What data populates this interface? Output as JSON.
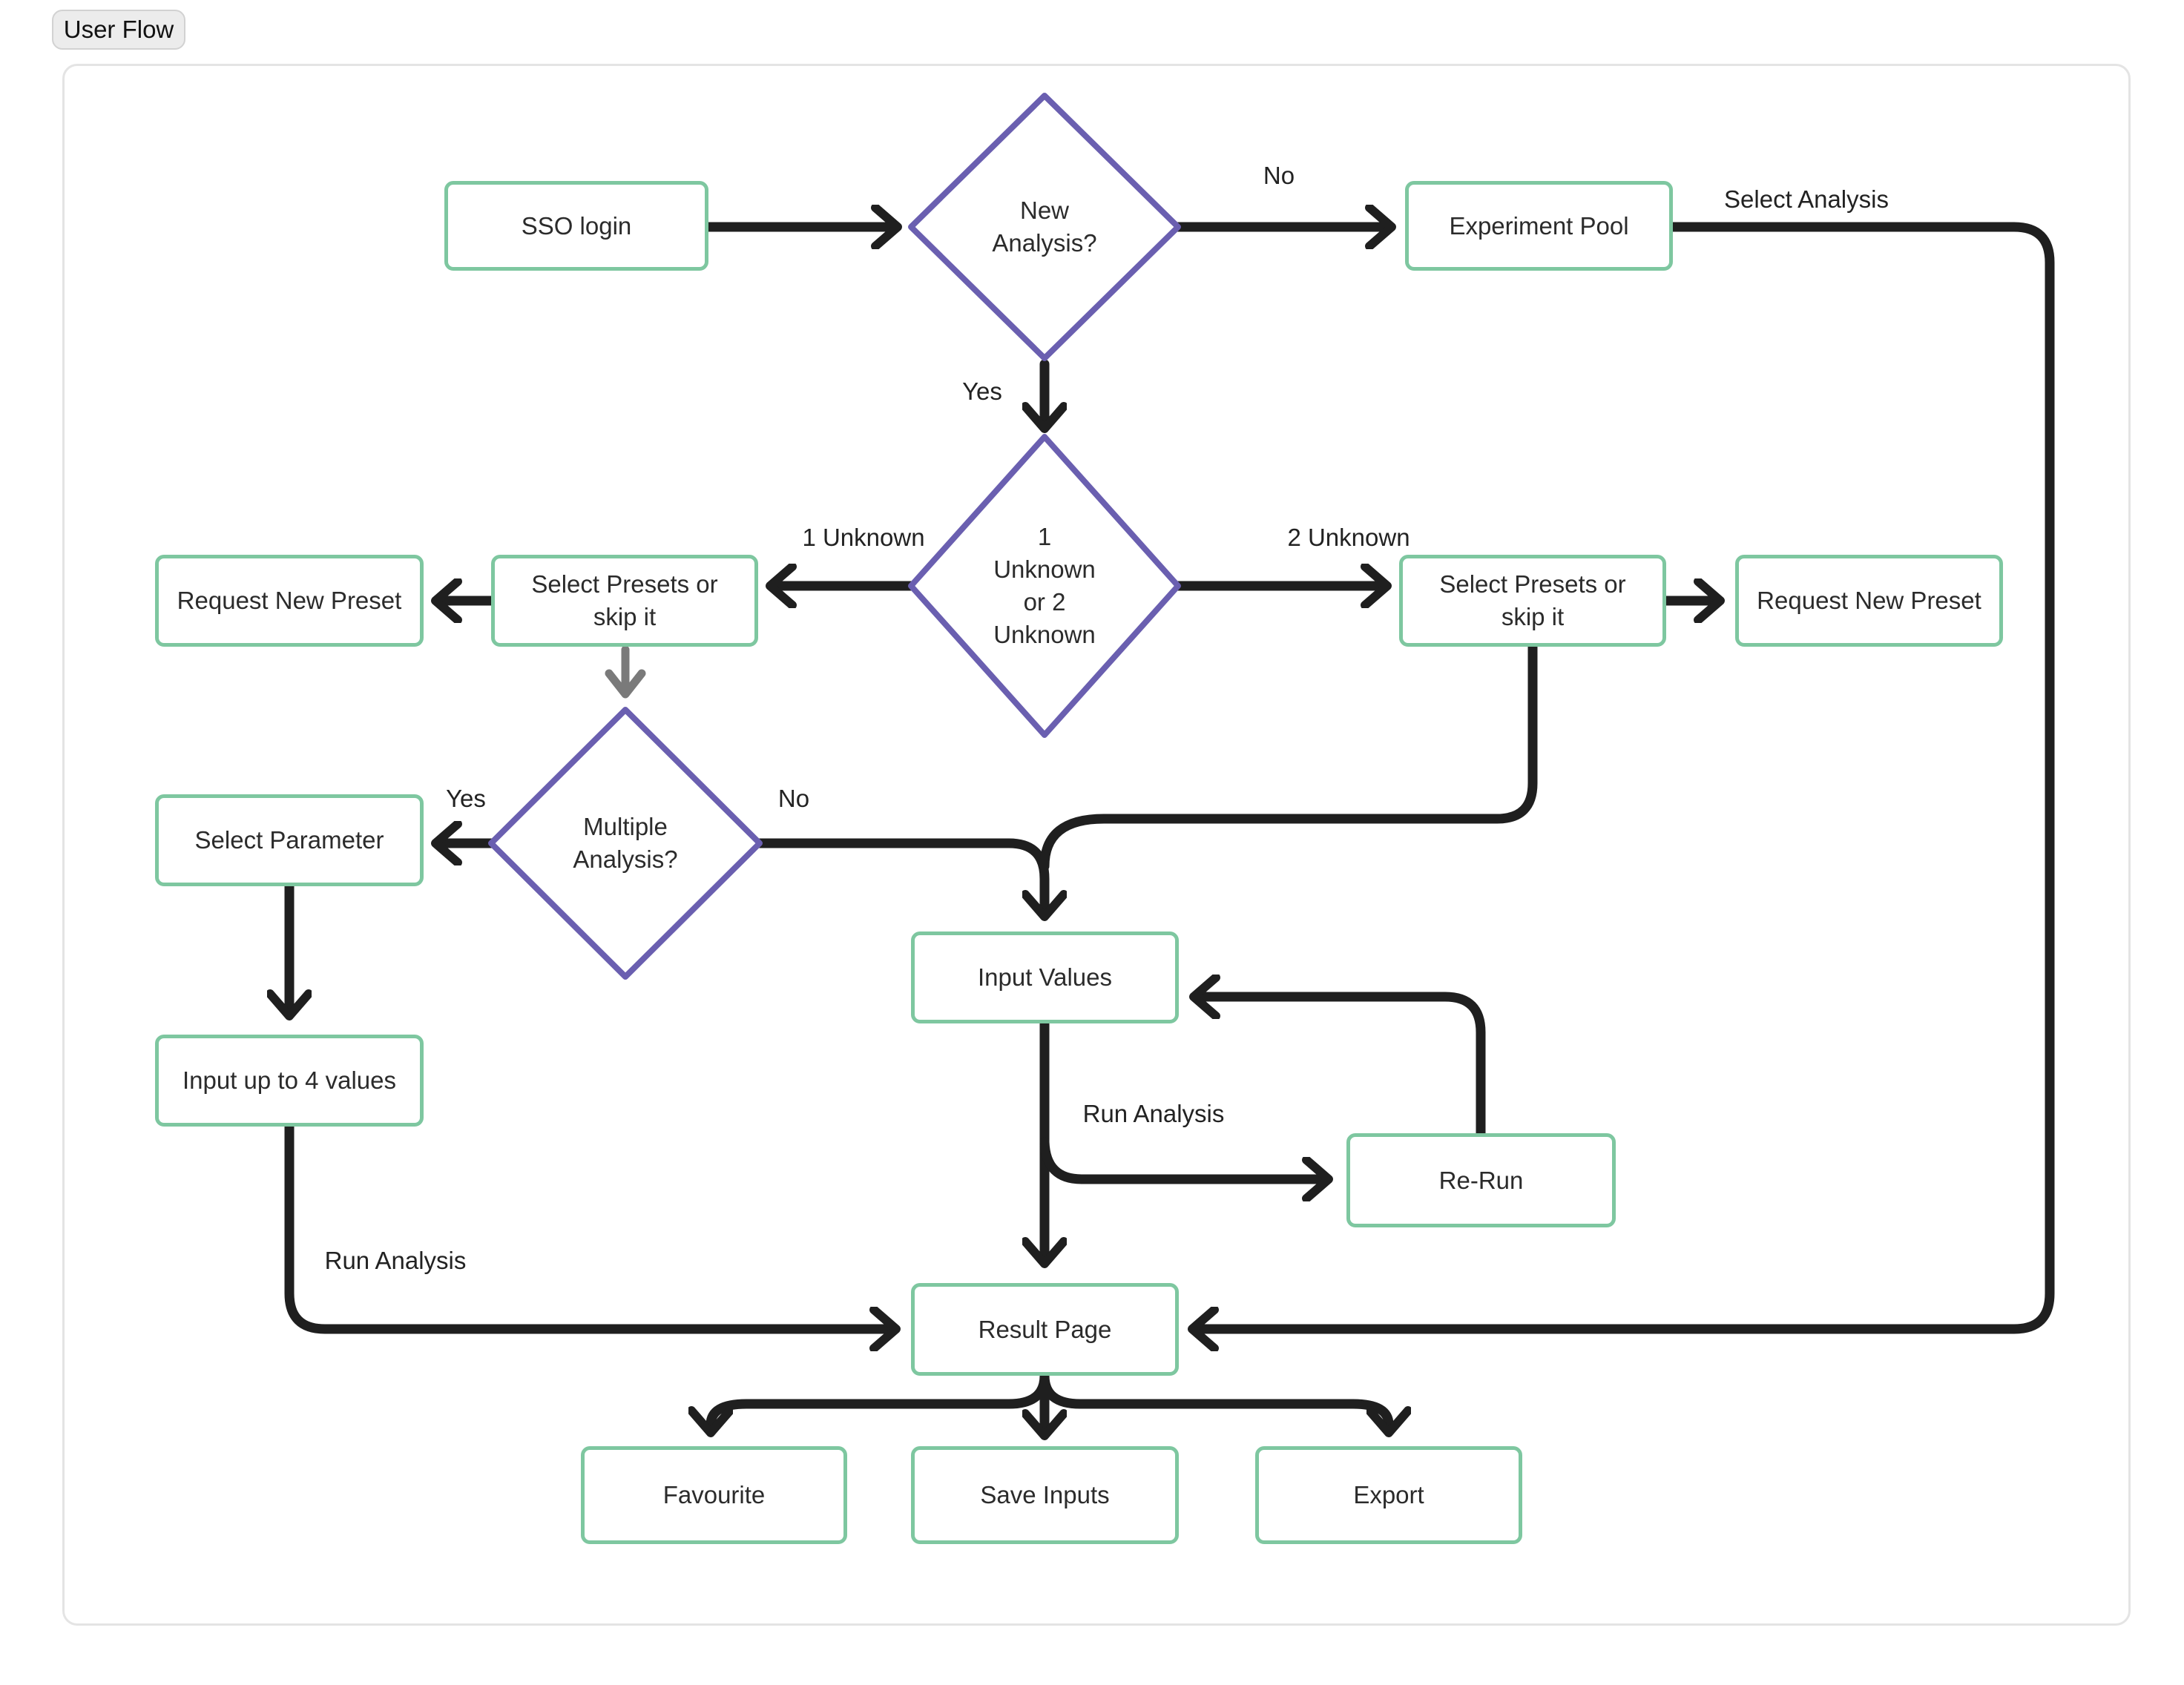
{
  "badge": {
    "label": "User Flow"
  },
  "colors": {
    "node_border_green": "#7ec7a0",
    "decision_border_purple": "#6a5fb0",
    "edge_black": "#1f1f1f",
    "edge_gray": "#7a7a7a",
    "canvas_border": "#e4e4e4",
    "badge_bg": "#ececec",
    "text": "#2b2b2b"
  },
  "nodes": {
    "sso": {
      "label": "SSO login"
    },
    "new_analysis": {
      "label": "New Analysis?"
    },
    "experiment_pool": {
      "label": "Experiment Pool"
    },
    "request_new_preset_left": {
      "label": "Request New Preset"
    },
    "select_presets_left": {
      "label": "Select Presets or skip it"
    },
    "unknown_decision": {
      "label": "1 Unknown or 2 Unknown"
    },
    "select_presets_right": {
      "label": "Select Presets or skip it"
    },
    "request_new_preset_right": {
      "label": "Request New Preset"
    },
    "multiple_analysis": {
      "label": "Multiple Analysis?"
    },
    "select_parameter": {
      "label": "Select Parameter"
    },
    "input_up_to_4": {
      "label": "Input up to 4 values"
    },
    "input_values": {
      "label": "Input Values"
    },
    "re_run": {
      "label": "Re-Run"
    },
    "result_page": {
      "label": "Result Page"
    },
    "favourite": {
      "label": "Favourite"
    },
    "save_inputs": {
      "label": "Save Inputs"
    },
    "export": {
      "label": "Export"
    }
  },
  "edge_labels": {
    "no_top": "No",
    "select_analysis": "Select Analysis",
    "yes_top": "Yes",
    "one_unknown": "1 Unknown",
    "two_unknown": "2 Unknown",
    "yes_multiple": "Yes",
    "no_multiple": "No",
    "run_analysis_mid": "Run Analysis",
    "run_analysis_left": "Run Analysis"
  }
}
